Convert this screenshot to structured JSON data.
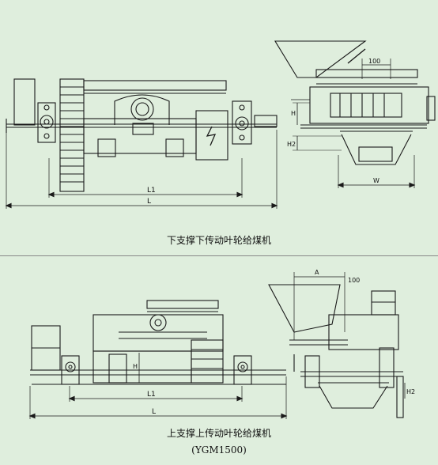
{
  "captions": {
    "top": "下支撑下传动叶轮给煤机",
    "bottom": "上支撑上传动叶轮给煤机",
    "model": "(YGM1500)"
  },
  "dims": {
    "top_front": {
      "l1": "L1",
      "l": "L"
    },
    "top_side": {
      "d100": "100",
      "h": "H",
      "h2": "H2",
      "w": "W"
    },
    "bottom_front": {
      "h": "H",
      "l1": "L1",
      "l": "L"
    },
    "bottom_side": {
      "a": "A",
      "d100": "100",
      "h2": "H2"
    }
  },
  "colors": {
    "background": "#dfeedd",
    "line": "#1a1a1a"
  }
}
